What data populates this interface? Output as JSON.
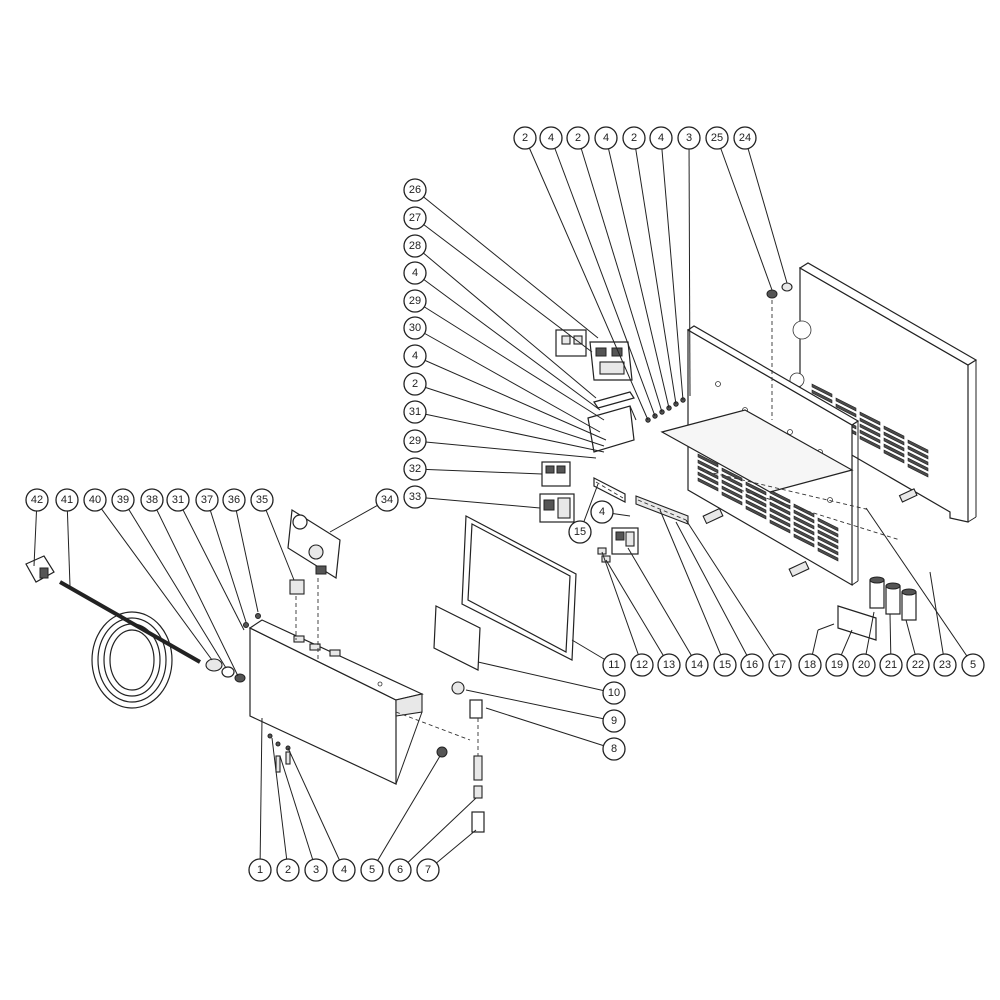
{
  "diagram": {
    "callouts": [
      {
        "id": "c-top-2a",
        "label": "2"
      },
      {
        "id": "c-top-4a",
        "label": "4"
      },
      {
        "id": "c-top-2b",
        "label": "2"
      },
      {
        "id": "c-top-4b",
        "label": "4"
      },
      {
        "id": "c-top-2c",
        "label": "2"
      },
      {
        "id": "c-top-4c",
        "label": "4"
      },
      {
        "id": "c-top-3",
        "label": "3"
      },
      {
        "id": "c-top-25",
        "label": "25"
      },
      {
        "id": "c-top-24",
        "label": "24"
      },
      {
        "id": "c-left-26",
        "label": "26"
      },
      {
        "id": "c-left-27",
        "label": "27"
      },
      {
        "id": "c-left-28",
        "label": "28"
      },
      {
        "id": "c-left-4a",
        "label": "4"
      },
      {
        "id": "c-left-29a",
        "label": "29"
      },
      {
        "id": "c-left-30",
        "label": "30"
      },
      {
        "id": "c-left-4b",
        "label": "4"
      },
      {
        "id": "c-left-2",
        "label": "2"
      },
      {
        "id": "c-left-31",
        "label": "31"
      },
      {
        "id": "c-left-29b",
        "label": "29"
      },
      {
        "id": "c-left-32",
        "label": "32"
      },
      {
        "id": "c-left-33",
        "label": "33"
      },
      {
        "id": "c-mid-4",
        "label": "4"
      },
      {
        "id": "c-mid-15",
        "label": "15"
      },
      {
        "id": "c-row-42",
        "label": "42"
      },
      {
        "id": "c-row-41",
        "label": "41"
      },
      {
        "id": "c-row-40",
        "label": "40"
      },
      {
        "id": "c-row-39",
        "label": "39"
      },
      {
        "id": "c-row-38",
        "label": "38"
      },
      {
        "id": "c-row-31",
        "label": "31"
      },
      {
        "id": "c-row-37",
        "label": "37"
      },
      {
        "id": "c-row-36",
        "label": "36"
      },
      {
        "id": "c-row-35",
        "label": "35"
      },
      {
        "id": "c-row-34",
        "label": "34"
      },
      {
        "id": "c-r-11",
        "label": "11"
      },
      {
        "id": "c-r-12",
        "label": "12"
      },
      {
        "id": "c-r-13",
        "label": "13"
      },
      {
        "id": "c-r-14",
        "label": "14"
      },
      {
        "id": "c-r-15",
        "label": "15"
      },
      {
        "id": "c-r-16",
        "label": "16"
      },
      {
        "id": "c-r-17",
        "label": "17"
      },
      {
        "id": "c-r-18",
        "label": "18"
      },
      {
        "id": "c-r-19",
        "label": "19"
      },
      {
        "id": "c-r-20",
        "label": "20"
      },
      {
        "id": "c-r-21",
        "label": "21"
      },
      {
        "id": "c-r-22",
        "label": "22"
      },
      {
        "id": "c-r-23",
        "label": "23"
      },
      {
        "id": "c-r-5",
        "label": "5"
      },
      {
        "id": "c-c-10",
        "label": "10"
      },
      {
        "id": "c-c-9",
        "label": "9"
      },
      {
        "id": "c-c-8",
        "label": "8"
      },
      {
        "id": "c-b-1",
        "label": "1"
      },
      {
        "id": "c-b-2",
        "label": "2"
      },
      {
        "id": "c-b-3",
        "label": "3"
      },
      {
        "id": "c-b-4",
        "label": "4"
      },
      {
        "id": "c-b-5",
        "label": "5"
      },
      {
        "id": "c-b-6",
        "label": "6"
      },
      {
        "id": "c-b-7",
        "label": "7"
      }
    ]
  }
}
